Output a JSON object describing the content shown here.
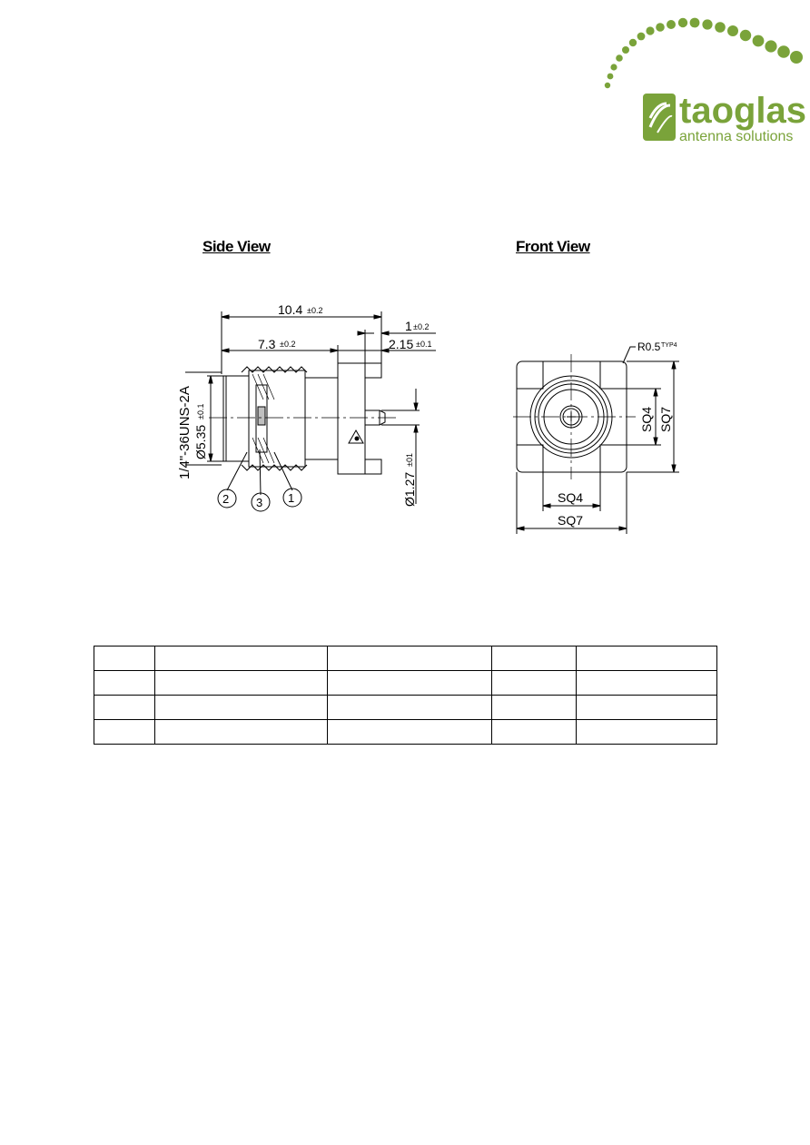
{
  "logo": {
    "brand": "taoglas",
    "tagline": "antenna solutions",
    "brand_color": "#7aa33a"
  },
  "views": {
    "side_title": "Side View",
    "front_title": "Front View"
  },
  "side_view": {
    "dim_overall": "10.4",
    "dim_overall_tol": "±0.2",
    "dim_thread_length": "7.3",
    "dim_thread_length_tol": "±0.2",
    "dim_flange": "1",
    "dim_flange_tol": "±0.2",
    "dim_pin_protrusion": "2.15",
    "dim_pin_protrusion_tol": "±0.1",
    "thread_spec": "1/4\"-36UNS-2A",
    "bore_diameter": "Ø5.35",
    "bore_diameter_tol": "±0.1",
    "pin_diameter": "Ø1.27",
    "pin_diameter_tol": "±01",
    "callouts": [
      "2",
      "3",
      "1"
    ]
  },
  "front_view": {
    "radius_note": "R0.5",
    "radius_note_sup": "TYP4",
    "dim_inner_v": "SQ4",
    "dim_outer_v": "SQ7",
    "dim_inner_h": "SQ4",
    "dim_outer_h": "SQ7"
  },
  "table": {
    "rows": [
      [
        "",
        "",
        "",
        "",
        ""
      ],
      [
        "",
        "",
        "",
        "",
        ""
      ],
      [
        "",
        "",
        "",
        "",
        ""
      ],
      [
        "",
        "",
        "",
        "",
        ""
      ]
    ]
  }
}
